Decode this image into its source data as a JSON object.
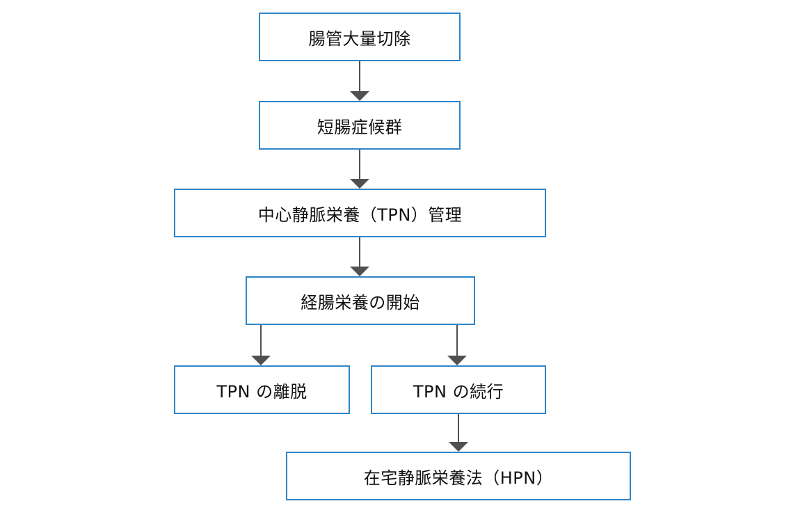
{
  "diagram": {
    "nodes": {
      "massive_bowel_resection": "腸管大量切除",
      "short_bowel_syndrome": "短腸症候群",
      "tpn_management": "中心静脈栄養（TPN）管理",
      "enteral_nutrition_start": "経腸栄養の開始",
      "tpn_weaning": "TPN の離脱",
      "tpn_continuation": "TPN の続行",
      "home_parenteral_nutrition": "在宅静脈栄養法（HPN）"
    },
    "colors": {
      "box_border": "#2e86c8",
      "arrow": "#505050",
      "text": "#111111"
    }
  }
}
